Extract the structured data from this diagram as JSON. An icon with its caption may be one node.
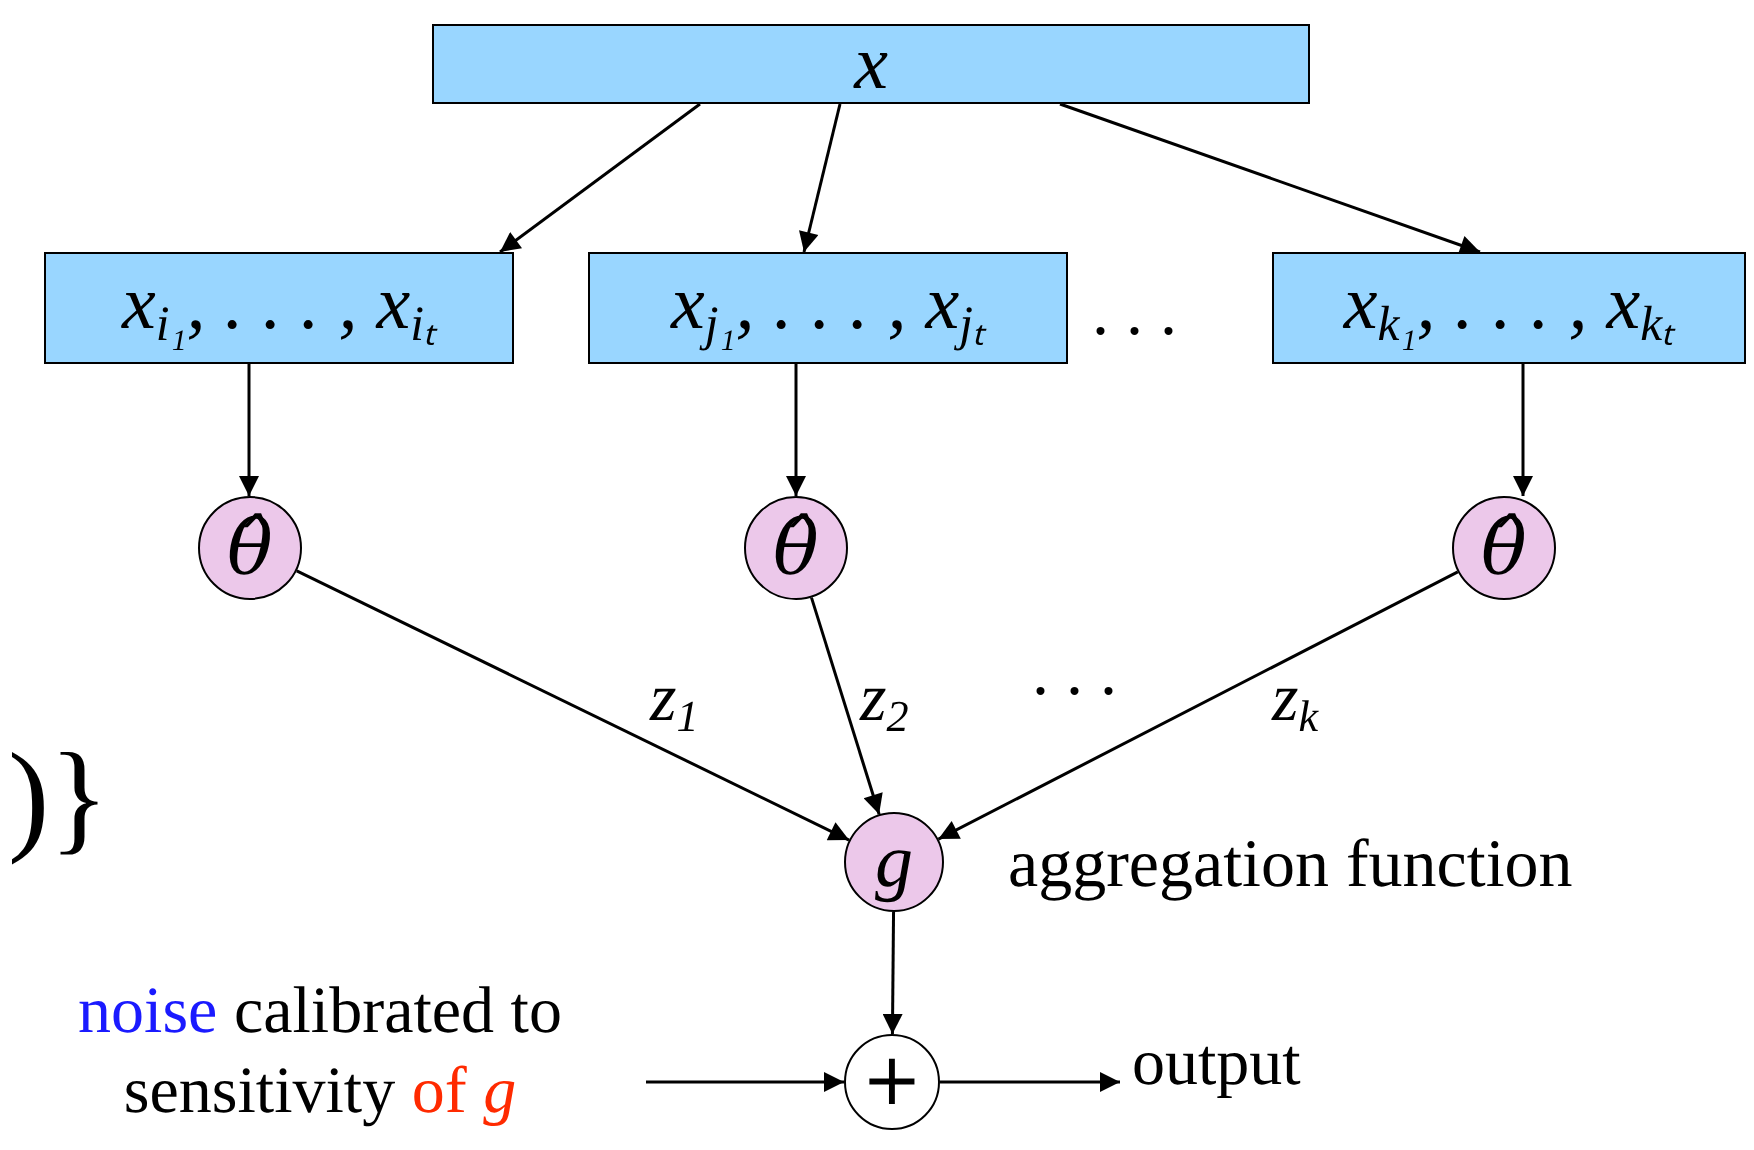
{
  "diagram": {
    "nodes": [
      {
        "text": [
          "x"
        ]
      },
      {
        "text": [
          "x$_{i₁}$, . . . , x$_{iₜ}$"
        ]
      },
      {
        "text": [
          "x$_{j₁}$, . . . , x$_{jₜ}$"
        ]
      },
      {
        "text": [
          "x$_{k₁}$, . . . , x$_{kₜ}$"
        ]
      },
      {
        "text": [
          "θ̂"
        ]
      },
      {
        "text": [
          "θ̂"
        ]
      },
      {
        "text": [
          "θ̂"
        ]
      },
      {
        "text": [
          "g"
        ],
        "beside": [
          "aggregation function"
        ]
      },
      {
        "text": [
          "+"
        ]
      },
      {
        "text": [
          "noise calibrated to sensitivity of g"
        ]
      },
      {
        "text": [
          "output"
        ]
      }
    ],
    "edges": [
      {
        "from": 0,
        "to": 1,
        "arrow": "to"
      },
      {
        "from": 0,
        "to": 2,
        "arrow": "to"
      },
      {
        "from": 0,
        "to": 3,
        "arrow": "to"
      },
      {
        "from": 1,
        "to": 4,
        "arrow": "to"
      },
      {
        "from": 2,
        "to": 5,
        "arrow": "to"
      },
      {
        "from": 3,
        "to": 6,
        "arrow": "to"
      },
      {
        "from": 4,
        "to": 7,
        "arrow": "to",
        "label": "z$_{1}$"
      },
      {
        "from": 5,
        "to": 7,
        "arrow": "to",
        "label": "z$_{2}$"
      },
      {
        "from": 6,
        "to": 7,
        "arrow": "to",
        "label": "z$_{k}$"
      },
      {
        "from": 7,
        "to": 8,
        "arrow": "to"
      },
      {
        "from": 9,
        "to": 8,
        "arrow": "to"
      },
      {
        "from": 8,
        "to": 10,
        "arrow": "to"
      }
    ],
    "labels": [
      ". . .",
      ". . .",
      ")}"
    ]
  }
}
